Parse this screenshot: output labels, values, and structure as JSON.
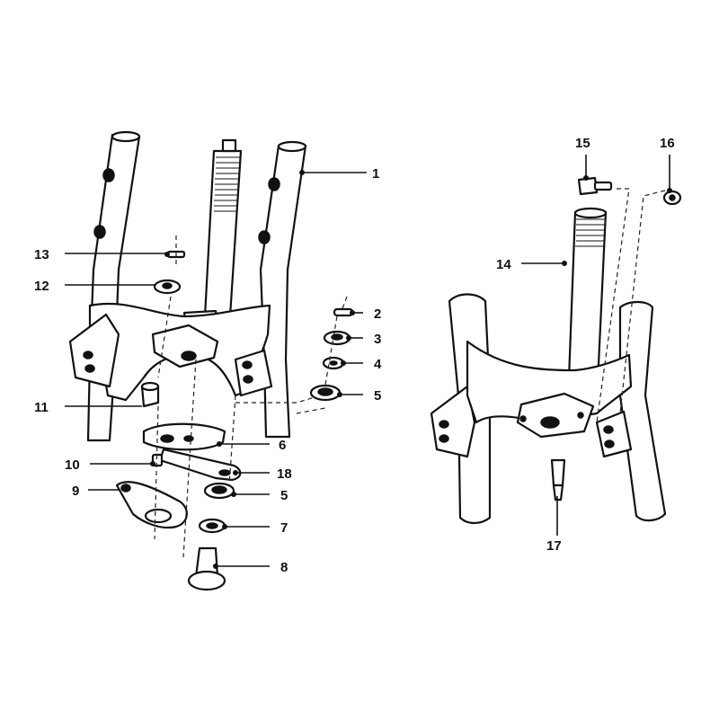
{
  "callouts": {
    "c1": "1",
    "c2": "2",
    "c3": "3",
    "c4": "4",
    "c5a": "5",
    "c5b": "5",
    "c6": "6",
    "c7": "7",
    "c8": "8",
    "c9": "9",
    "c10": "10",
    "c11": "11",
    "c12": "12",
    "c13": "13",
    "c14": "14",
    "c15": "15",
    "c16": "16",
    "c17": "17",
    "c18": "18"
  },
  "colors": {
    "line": "#111111",
    "background": "#ffffff"
  }
}
